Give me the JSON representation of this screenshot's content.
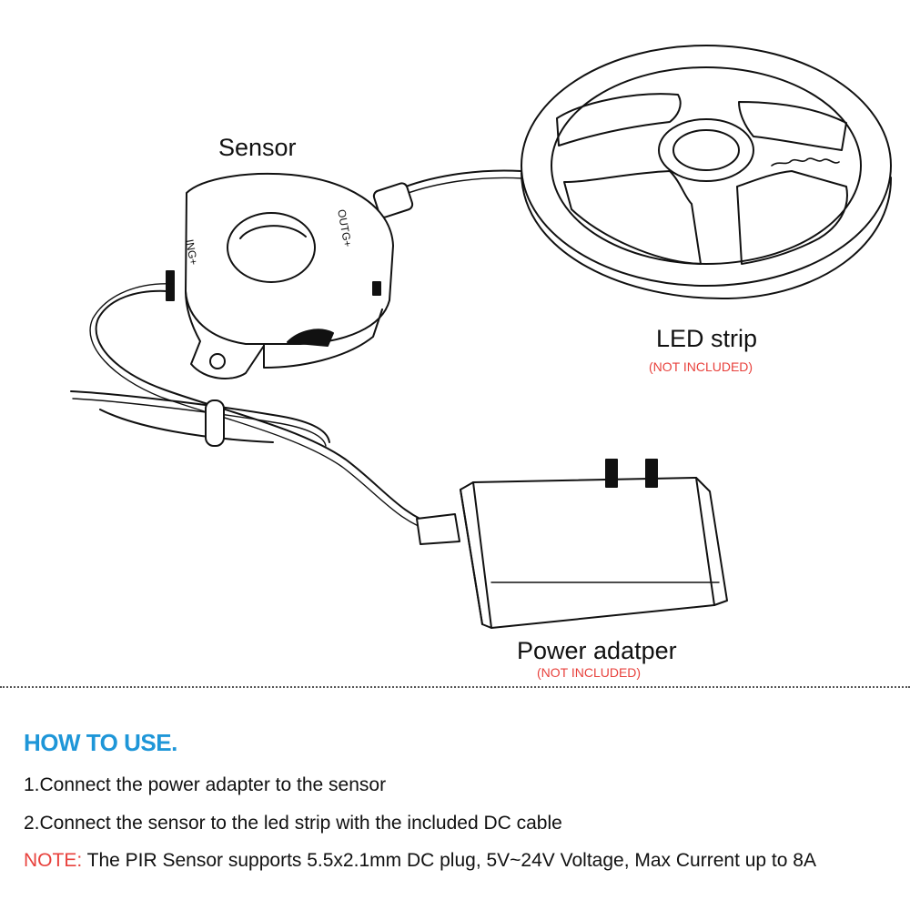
{
  "labels": {
    "sensor": "Sensor",
    "led_strip": "LED strip",
    "led_strip_note": "(NOT INCLUDED)",
    "power_adapter": "Power adatper",
    "power_adapter_note": "(NOT INCLUDED)",
    "port_out": "OUTG+",
    "port_in": "ING+"
  },
  "instructions": {
    "title": "HOW TO USE.",
    "steps": [
      "1.Connect the power adapter to the sensor",
      "2.Connect the sensor to the led strip with the included DC cable"
    ],
    "note_label": "NOTE:",
    "note_text": " The PIR Sensor supports 5.5x2.1mm DC plug, 5V~24V Voltage, Max Current up to 8A"
  },
  "colors": {
    "accent_blue": "#1e96d8",
    "note_red": "#e8413c",
    "line": "#111111"
  }
}
